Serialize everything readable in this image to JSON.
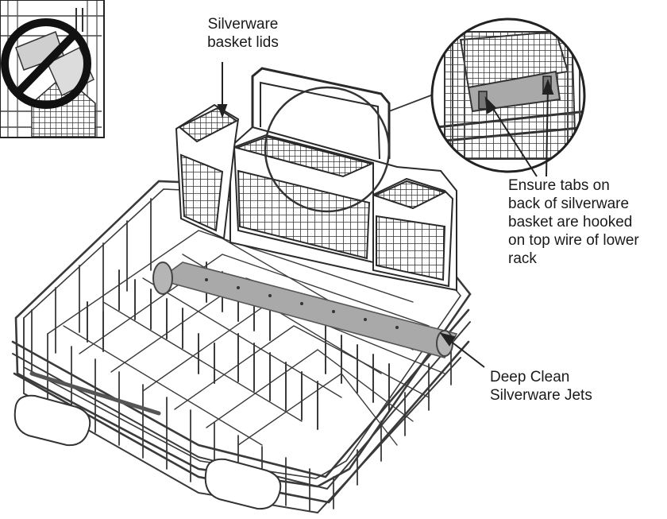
{
  "callouts": {
    "basket_lids": "Silverware\nbasket lids",
    "tabs_note": "Ensure tabs on\nback of silverware\nbasket are hooked\non top wire of lower\nrack",
    "jets": "Deep Clean\nSilverware Jets"
  },
  "colors": {
    "line": "#2a2a2a",
    "wire": "#3a3a3a",
    "jet_bar": "#a9a9a9",
    "prohibit": "#111111"
  },
  "icons": {
    "prohibition": "no-symbol-icon",
    "magnifier": "detail-zoom-circle"
  }
}
